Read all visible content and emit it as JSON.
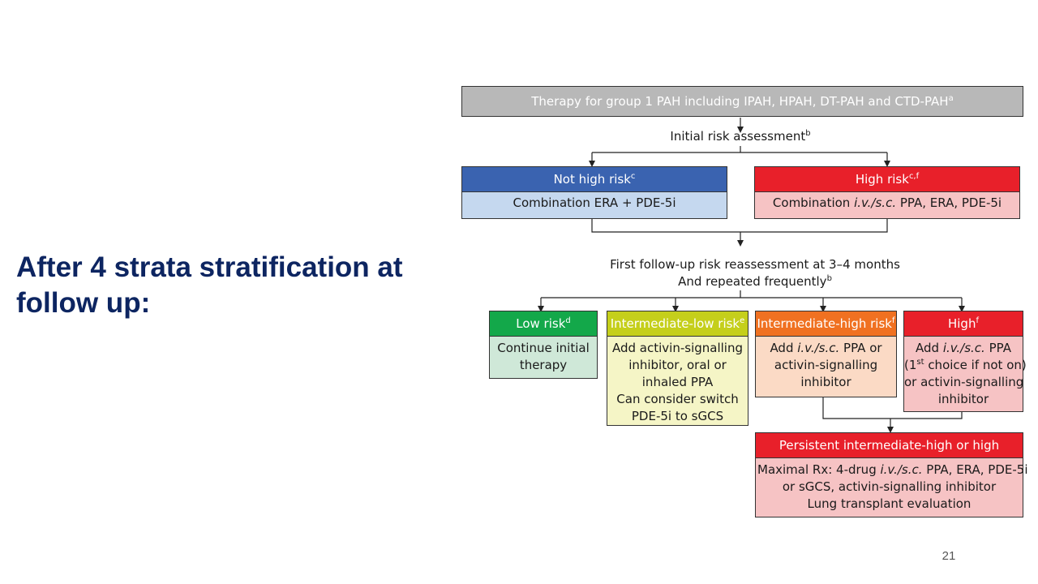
{
  "slide": {
    "title": "After 4 strata stratification at follow up:",
    "page_number": "21"
  },
  "flowchart": {
    "top": {
      "text": "Therapy for group 1 PAH including IPAH, HPAH, DT-PAH and CTD-PAH",
      "sup": "a"
    },
    "initial_assessment": {
      "text": "Initial risk assessment",
      "sup": "b"
    },
    "not_high_risk": {
      "title": "Not high risk",
      "title_sup": "c",
      "body": "Combination ERA + PDE-5i"
    },
    "high_risk": {
      "title": "High risk",
      "title_sup": "c,f",
      "body_prefix": "Combination ",
      "body_italic": "i.v./s.c.",
      "body_suffix": " PPA, ERA, PDE-5i"
    },
    "followup": {
      "line1": "First follow-up risk reassessment at 3–4 months",
      "line2": "And repeated frequently",
      "line2_sup": "b"
    },
    "low_risk": {
      "title": "Low risk",
      "title_sup": "d",
      "body_line1": "Continue initial",
      "body_line2": "therapy"
    },
    "intermediate_low": {
      "title": "Intermediate-low risk",
      "title_sup": "e",
      "body_lines": [
        "Add activin-signalling",
        "inhibitor, oral or",
        "inhaled PPA",
        "Can consider switch",
        "PDE-5i to sGCS"
      ]
    },
    "intermediate_high": {
      "title": "Intermediate-high risk",
      "title_sup": "f",
      "line1_prefix": "Add ",
      "line1_italic": "i.v./s.c.",
      "line1_suffix": " PPA or",
      "line2": "activin-signalling",
      "line3": "inhibitor"
    },
    "high": {
      "title": "High",
      "title_sup": "f",
      "line1_prefix": "Add ",
      "line1_italic": "i.v./s.c.",
      "line1_suffix": " PPA",
      "line2_prefix": "(1",
      "line2_sup": "st",
      "line2_suffix": " choice if not on)",
      "line3": "or activin-signalling",
      "line4": "inhibitor"
    },
    "persistent": {
      "title": "Persistent intermediate-high or high",
      "line1_prefix": "Maximal Rx: 4-drug ",
      "line1_italic": "i.v./s.c.",
      "line1_suffix": " PPA, ERA, PDE-5i",
      "line2": "or sGCS, activin-signalling inhibitor",
      "line3": "Lung transplant evaluation"
    }
  },
  "colors": {
    "top_gray": "#b8b8b8",
    "blue_head": "#3a63b0",
    "blue_body": "#c5d8ef",
    "red_head": "#e8202a",
    "red_body": "#f6c3c4",
    "green_head": "#13a84a",
    "green_body": "#cfe8d8",
    "yellow_head": "#c5cf1b",
    "yellow_body": "#f5f5c6",
    "orange_head": "#f07121",
    "orange_body": "#fbdac5",
    "title_navy": "#0d2561"
  }
}
